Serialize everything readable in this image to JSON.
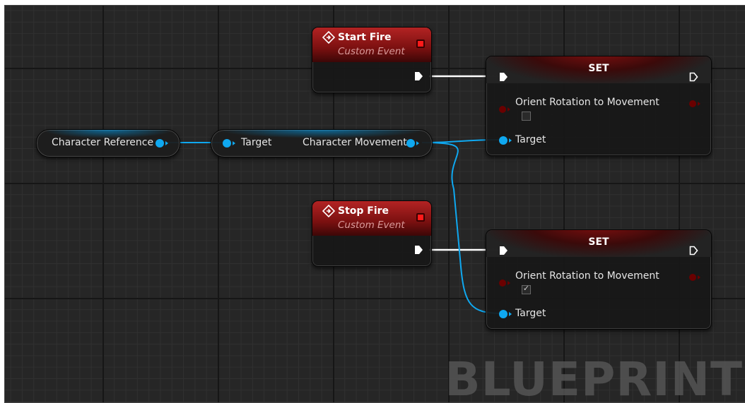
{
  "watermark": "BLUEPRINT",
  "nodes": {
    "start_fire": {
      "title": "Start Fire",
      "subtitle": "Custom Event"
    },
    "stop_fire": {
      "title": "Stop Fire",
      "subtitle": "Custom Event"
    },
    "character_reference": {
      "label": "Character Reference"
    },
    "character_movement": {
      "input_label": "Target",
      "output_label": "Character Movement"
    },
    "set_top": {
      "title": "SET",
      "property": "Orient Rotation to Movement",
      "checked": false,
      "target_label": "Target"
    },
    "set_bottom": {
      "title": "SET",
      "property": "Orient Rotation to Movement",
      "checked": true,
      "check_glyph": "✓",
      "target_label": "Target"
    }
  },
  "icons": {
    "event": "event-diamond-icon",
    "exec": "exec-arrow-icon"
  },
  "colors": {
    "event_header": "#9b1a1a",
    "object_pin": "#0fa8f0",
    "bool_pin": "#6a0000",
    "exec_wire": "#ffffff",
    "grid_background": "#262626"
  }
}
